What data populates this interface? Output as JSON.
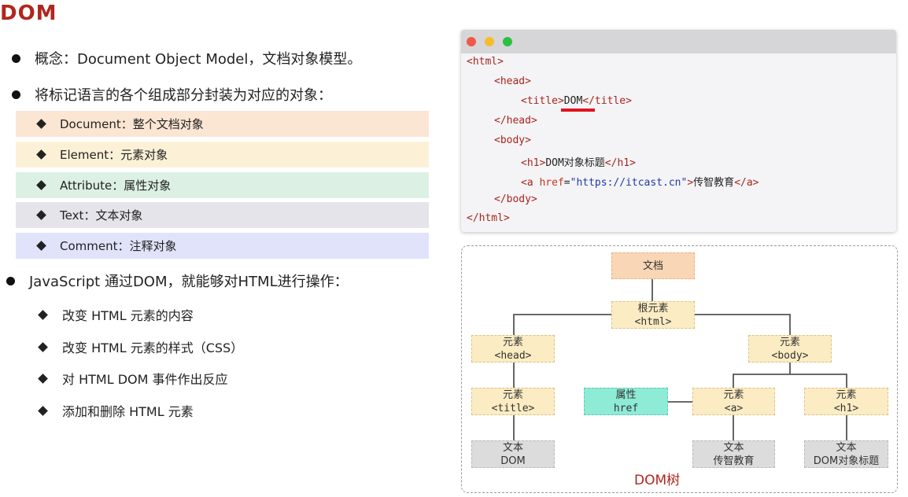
{
  "title": "DOM",
  "bullets": {
    "concept": "概念：Document Object Model，文档对象模型。",
    "encapsulate": "将标记语言的各个组成部分封装为对应的对象：",
    "js": "JavaScript 通过DOM，就能够对HTML进行操作："
  },
  "categories": [
    {
      "label": "Document：整个文档对象",
      "color": "#fbe5d3"
    },
    {
      "label": "Element：元素对象",
      "color": "#fcf1d7"
    },
    {
      "label": "Attribute：属性对象",
      "color": "#dcf1e4"
    },
    {
      "label": "Text：文本对象",
      "color": "#e4e4ea"
    },
    {
      "label": "Comment：注释对象",
      "color": "#e1e3fb"
    }
  ],
  "operations": [
    "改变 HTML 元素的内容",
    "改变 HTML 元素的样式（CSS）",
    "对 HTML DOM 事件作出反应",
    "添加和删除 HTML 元素"
  ],
  "code": {
    "html_open": "<html>",
    "head_open": "<head>",
    "title_open": "<title>",
    "title_text": "DOM",
    "title_close": "</title>",
    "head_close": "</head>",
    "body_open": "<body>",
    "h1_open": "<h1>",
    "h1_text": "DOM对象标题",
    "h1_close": "</h1>",
    "a_open_start": "<a ",
    "a_attr": "href",
    "a_eq": "=",
    "a_value": "\"https://itcast.cn\"",
    "a_open_end": ">",
    "a_text": "传智教育",
    "a_close": "</a>",
    "body_close": "</body>",
    "html_close": "</html>"
  },
  "tree": {
    "document": "文档",
    "root_label": "根元素",
    "root_tag": "<html>",
    "elem_label": "元素",
    "head_tag": "<head>",
    "body_tag": "<body>",
    "title_tag": "<title>",
    "a_tag": "<a>",
    "h1_tag": "<h1>",
    "attr_label": "属性",
    "attr_name": "href",
    "text_label": "文本",
    "text_title": "DOM",
    "text_a": "传智教育",
    "text_h1": "DOM对象标题",
    "caption": "DOM树"
  },
  "colors": {
    "title": "#b0261e",
    "underline": "#e0141e",
    "win_red": "#f2574c",
    "win_yellow": "#f7bb2e",
    "win_green": "#2dc03f"
  }
}
